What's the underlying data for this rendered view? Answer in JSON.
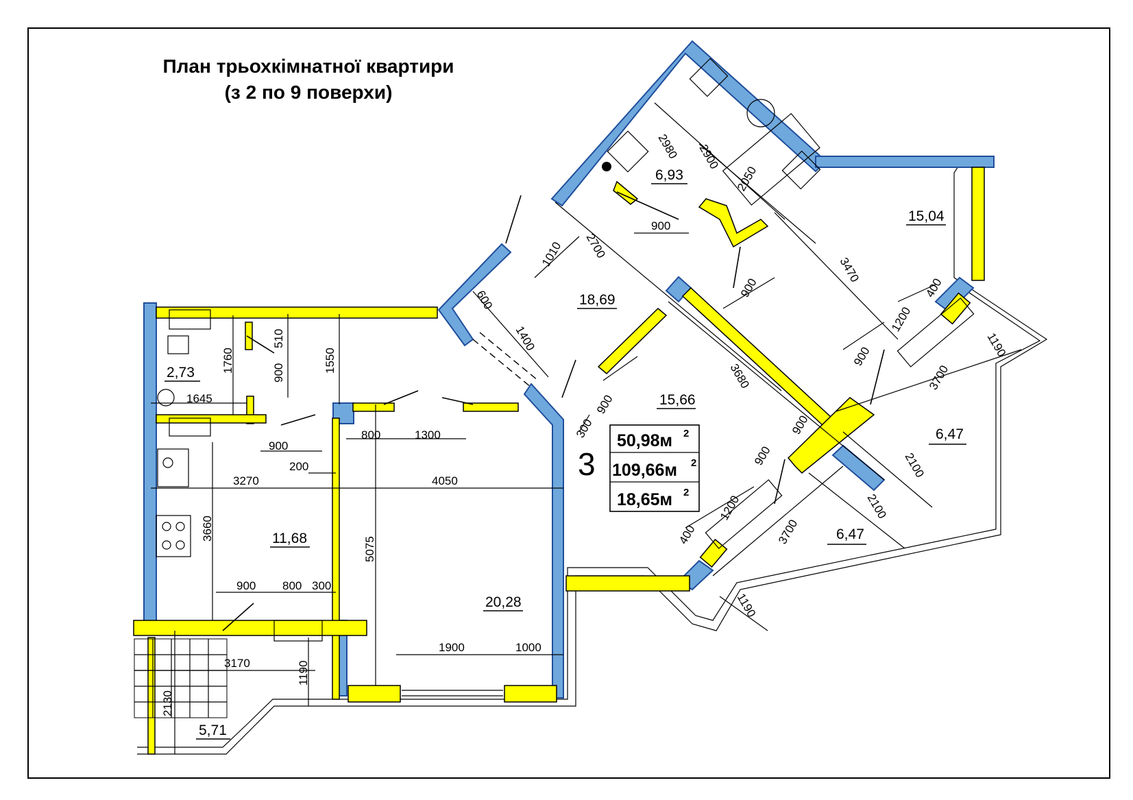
{
  "title": {
    "line1": "План трьохкімнатної квартири",
    "line2": "(з 2 по 9 поверхи)"
  },
  "apartment": {
    "number": "3",
    "living_area": "50,98м",
    "total_area": "109,66м",
    "kitchen_area": "18,65м",
    "unit_sup": "2"
  },
  "rooms": {
    "wc": "2,73",
    "bath": "6,93",
    "corridor": "18,69",
    "bedroom_top": "15,04",
    "bedroom_mid": "15,66",
    "loggia_right_top": "6,47",
    "loggia_right_bottom": "6,47",
    "kitchen": "11,68",
    "living": "20,28",
    "balcony": "5,71"
  },
  "dimensions": {
    "d2980": "2980",
    "d2900": "2900",
    "d2050": "2050",
    "d900_bath": "900",
    "d1010": "1010",
    "d2700": "2700",
    "d3470": "3470",
    "d400_top": "400",
    "d1200_top": "1200",
    "d900_door": "900",
    "d1190_top": "1190",
    "d3700_top": "3700",
    "d900_right": "900",
    "d600": "600",
    "d1400": "1400",
    "d3680": "3680",
    "d900_mid": "900",
    "d300_mid": "300",
    "d900_diag": "900",
    "d900_diag2": "900",
    "d2100_a": "2100",
    "d2100_b": "2100",
    "d1200_bot": "1200",
    "d400_bot": "400",
    "d3700_bot": "3700",
    "d1190_bot": "1190",
    "d1760": "1760",
    "d510": "510",
    "d900_wc": "900",
    "d1645": "1645",
    "d1550": "1550",
    "d800_top": "800",
    "d1300": "1300",
    "d900_k": "900",
    "d200": "200",
    "d3270": "3270",
    "d4050": "4050",
    "d3660": "3660",
    "d5075": "5075",
    "d900_b": "900",
    "d800_b": "800",
    "d300_b": "300",
    "d1900": "1900",
    "d1000": "1000",
    "d3170": "3170",
    "d1190_left": "1190",
    "d2130": "2130"
  },
  "colors": {
    "bearing_wall": "#6fa8dc",
    "partition": "#ffff00",
    "outline": "#000000"
  }
}
